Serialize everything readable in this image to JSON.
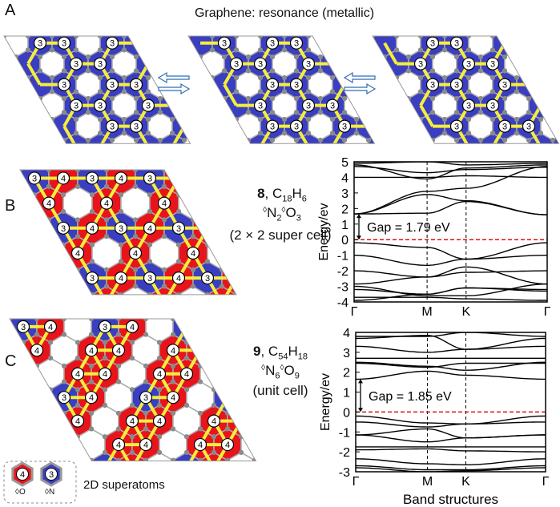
{
  "title": "Graphene: resonance (metallic)",
  "panels": {
    "a": "A",
    "b": "B",
    "c": "C"
  },
  "site_labels": {
    "three": "3",
    "four": "4"
  },
  "compound_b": {
    "number": "8",
    "formula_c": "C",
    "c_sub": "18",
    "formula_h": "H",
    "h_sub": "6",
    "diamond": "◊",
    "n": "N",
    "n_sub": "2",
    "o": "O",
    "o_sub": "3",
    "cell": "(2 × 2 super cell)"
  },
  "compound_c": {
    "number": "9",
    "formula_c": "C",
    "c_sub": "54",
    "formula_h": "H",
    "h_sub": "18",
    "diamond": "◊",
    "n": "N",
    "n_sub": "6",
    "o": "O",
    "o_sub": "9",
    "cell": "(unit cell)"
  },
  "legend": {
    "label": "2D superatoms",
    "o_site": "4",
    "n_site": "3",
    "o_label": "◊O",
    "n_label": "◊N"
  },
  "colors": {
    "blue": "#3a3ec0",
    "red": "#e8141c",
    "yellow": "#f5ee3a",
    "atom": "#8a8a8a",
    "fermi": "#e01010"
  },
  "chart_data": [
    {
      "type": "line",
      "title": "",
      "ylabel": "Energy/ev",
      "xlabel": "",
      "ylim": [
        -4,
        5
      ],
      "yticks": [
        "5",
        "4",
        "3",
        "2",
        "1",
        "0",
        "-1",
        "-2",
        "-3",
        "-4"
      ],
      "xticks": [
        "Γ",
        "M",
        "K",
        "Γ"
      ],
      "gap_label": "Gap = 1.79 eV",
      "gap": 1.79,
      "fermi_level": 0,
      "bands": [
        [
          1.65,
          1.7,
          2.45,
          1.6
        ],
        [
          1.65,
          2.9,
          2.5,
          1.6
        ],
        [
          1.65,
          3.1,
          3.3,
          4.7
        ],
        [
          4.0,
          4.0,
          4.1,
          4.0
        ],
        [
          4.8,
          3.9,
          4.6,
          4.8
        ],
        [
          4.7,
          4.3,
          4.5,
          4.65
        ],
        [
          4.9,
          5.0,
          4.8,
          4.9
        ],
        [
          -0.2,
          -0.5,
          -1.25,
          -0.2
        ],
        [
          -1.0,
          -1.65,
          -1.25,
          -1.0
        ],
        [
          -2.85,
          -2.4,
          -1.75,
          -2.85
        ],
        [
          -2.0,
          -2.4,
          -2.1,
          -2.0
        ],
        [
          -3.2,
          -3.5,
          -3.1,
          -3.2
        ],
        [
          -3.0,
          -3.6,
          -3.6,
          -2.85
        ],
        [
          -3.9,
          -3.5,
          -3.1,
          -3.3
        ],
        [
          -3.7,
          -3.7,
          -3.8,
          -3.9
        ]
      ]
    },
    {
      "type": "line",
      "title": "",
      "ylabel": "Energy/ev",
      "xlabel": "Band structures",
      "ylim": [
        -3,
        4
      ],
      "yticks": [
        "4",
        "3",
        "2",
        "1",
        "0",
        "-1",
        "-2",
        "-3"
      ],
      "xticks": [
        "Γ",
        "M",
        "K",
        "Γ"
      ],
      "gap_label": "Gap = 1.85 eV",
      "gap": 1.85,
      "fermi_level": 0,
      "bands": [
        [
          1.65,
          2.05,
          1.85,
          1.65
        ],
        [
          2.5,
          2.3,
          2.1,
          2.5
        ],
        [
          2.7,
          2.7,
          2.7,
          2.7
        ],
        [
          2.45,
          2.25,
          2.45,
          2.45
        ],
        [
          3.3,
          3.0,
          3.15,
          3.3
        ],
        [
          3.7,
          3.85,
          3.15,
          3.7
        ],
        [
          3.8,
          3.8,
          4.0,
          3.8
        ],
        [
          -0.2,
          -0.55,
          -0.6,
          -0.2
        ],
        [
          -0.5,
          -0.75,
          -0.6,
          -0.5
        ],
        [
          -1.15,
          -0.85,
          -1.3,
          -1.15
        ],
        [
          -1.15,
          -1.5,
          -1.3,
          -1.15
        ],
        [
          -1.75,
          -1.75,
          -1.75,
          -1.75
        ],
        [
          -1.9,
          -1.85,
          -1.95,
          -2.0
        ],
        [
          -2.35,
          -2.6,
          -2.65,
          -2.35
        ],
        [
          -2.7,
          -2.9,
          -2.9,
          -2.7
        ],
        [
          -2.8,
          -3.0,
          -2.95,
          -2.8
        ]
      ]
    }
  ]
}
